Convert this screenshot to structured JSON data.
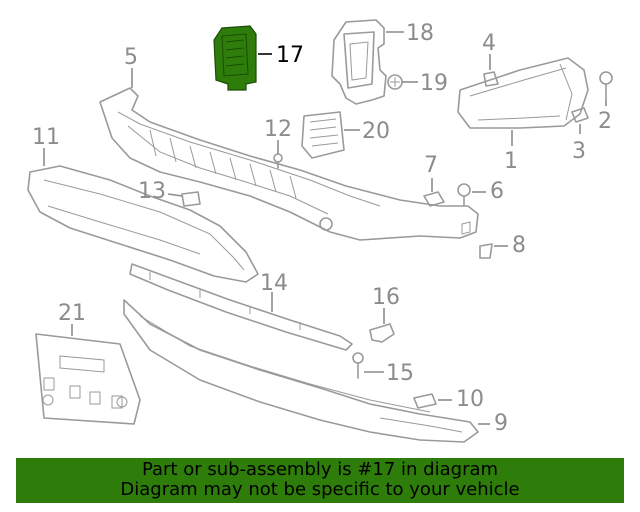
{
  "highlight_color": "#2e7d0a",
  "highlighted_part": "17",
  "callouts": {
    "c1": "1",
    "c2": "2",
    "c3": "3",
    "c4": "4",
    "c5": "5",
    "c6": "6",
    "c7": "7",
    "c8": "8",
    "c9": "9",
    "c10": "10",
    "c11": "11",
    "c12": "12",
    "c13": "13",
    "c14": "14",
    "c15": "15",
    "c16": "16",
    "c17": "17",
    "c18": "18",
    "c19": "19",
    "c20": "20",
    "c21": "21"
  },
  "footer": {
    "line1": "Part or sub-assembly is #17 in diagram",
    "line2": "Diagram may not be specific to your vehicle"
  }
}
